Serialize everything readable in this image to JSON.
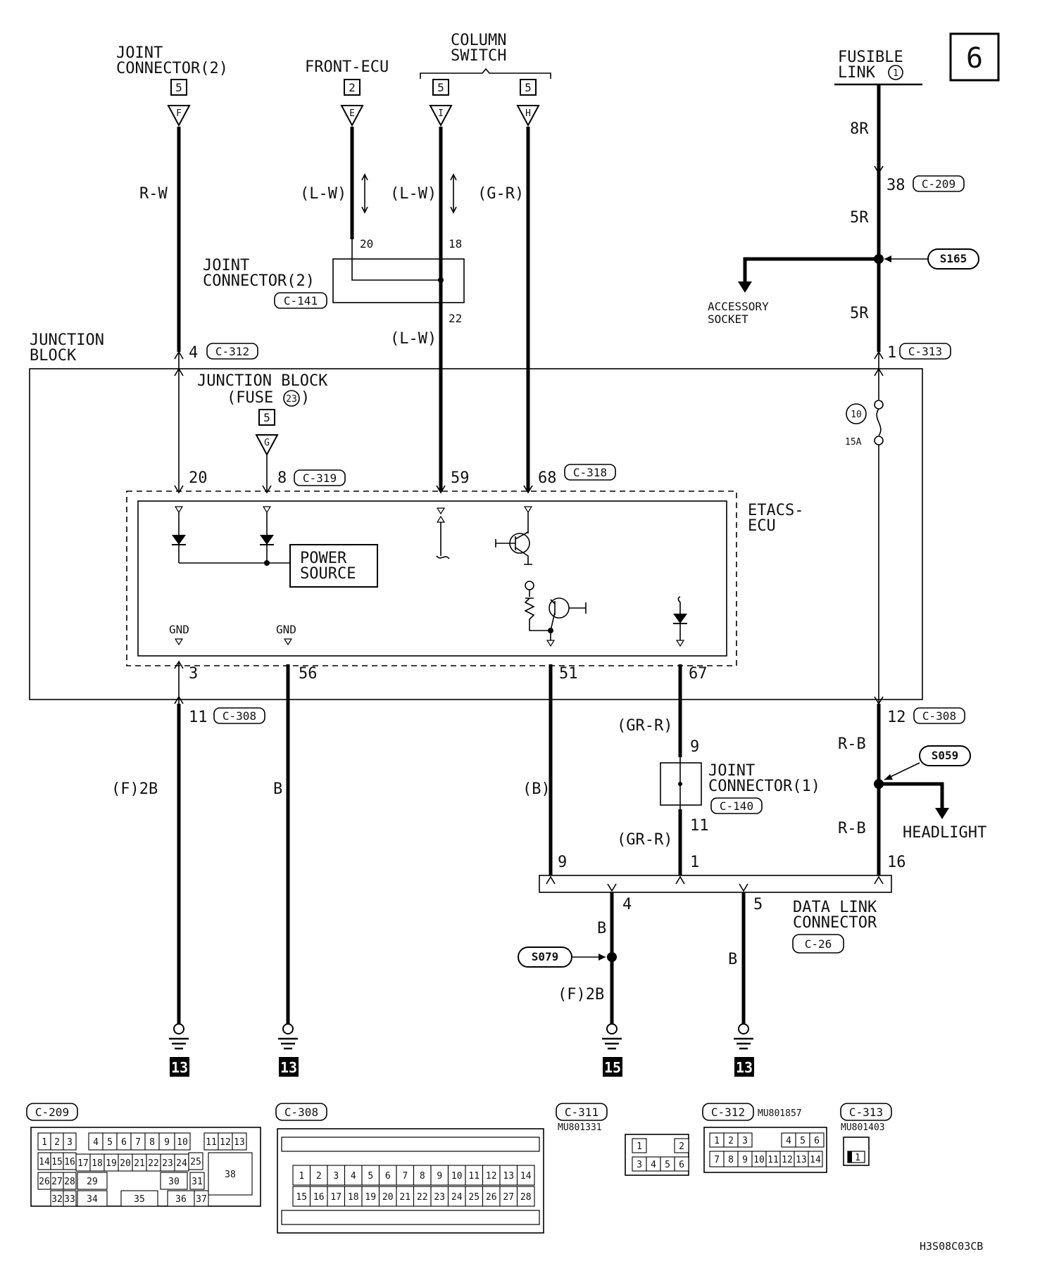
{
  "page_no": "6",
  "figure_code": "H3S08C03CB",
  "top": {
    "jc2": {
      "line1": "JOINT",
      "line2": "CONNECTOR(2)",
      "ref": "5",
      "pin": "F",
      "wire": "R-W"
    },
    "front_ecu": {
      "name": "FRONT-ECU",
      "ref": "2",
      "pin": "E",
      "wire": "(L-W)"
    },
    "column_switch": {
      "line1": "COLUMN",
      "line2": "SWITCH",
      "ref_i": "5",
      "pin_i": "I",
      "wire_i": "(L-W)",
      "ref_h": "5",
      "pin_h": "H",
      "wire_h": "(G-R)"
    },
    "fusible_link": {
      "line1": "FUSIBLE",
      "line2": "LINK",
      "num": "1"
    }
  },
  "fusible_side": {
    "w1": "8R",
    "pin38": "38",
    "c209": "C-209",
    "w2": "5R",
    "splice": "S165",
    "acc_line1": "ACCESSORY",
    "acc_line2": "SOCKET",
    "w3": "5R",
    "pin1": "1",
    "c313": "C-313",
    "fuse_no": "10",
    "fuse_amp": "15A"
  },
  "jc2_block": {
    "line1": "JOINT",
    "line2": "CONNECTOR(2)",
    "conn": "C-141",
    "p20": "20",
    "p18": "18",
    "p22": "22",
    "wire": "(L-W)"
  },
  "junction_block": {
    "line1": "JUNCTION",
    "line2": "BLOCK",
    "pin4": "4",
    "c312": "C-312",
    "fuse_line1": "JUNCTION BLOCK",
    "fuse_line2": "(FUSE",
    "fuse_no": "23",
    "fuse_line3": ")",
    "ref": "5",
    "pin": "G",
    "p20": "20",
    "p8": "8",
    "c319": "C-319",
    "p59": "59",
    "p68": "68",
    "c318": "C-318"
  },
  "etacs": {
    "line1": "ETACS-",
    "line2": "ECU",
    "power1": "POWER",
    "power2": "SOURCE",
    "gnd1": "GND",
    "gnd2": "GND"
  },
  "bottom_pins": {
    "p3": "3",
    "p56": "56",
    "p51": "51",
    "p67": "67",
    "p11": "11",
    "c308a": "C-308",
    "p12": "12",
    "c308b": "C-308"
  },
  "lower": {
    "w_f2b": "(F)2B",
    "w_b1": "B",
    "w_b2": "(B)",
    "w_grr1": "(GR-R)",
    "p9a": "9",
    "jc1_line1": "JOINT",
    "jc1_line2": "CONNECTOR(1)",
    "c140": "C-140",
    "p11b": "11",
    "w_grr2": "(GR-R)",
    "w_rb1": "R-B",
    "s059": "S059",
    "headlight": "HEADLIGHT",
    "w_rb2": "R-B",
    "dl9": "9",
    "dl1": "1",
    "dl16": "16",
    "dl4": "4",
    "dl5": "5",
    "dlc_line1": "DATA LINK",
    "dlc_line2": "CONNECTOR",
    "c26": "C-26",
    "w_b3": "B",
    "s079": "S079",
    "w_f2b2": "(F)2B",
    "w_b4": "B",
    "g1": "13",
    "g2": "13",
    "g3": "15",
    "g4": "13"
  },
  "connectors": {
    "c209": {
      "id": "C-209",
      "pins": [
        "1",
        "2",
        "3",
        "4",
        "5",
        "6",
        "7",
        "8",
        "9",
        "10",
        "11",
        "12",
        "13",
        "14",
        "15",
        "16",
        "17",
        "18",
        "19",
        "20",
        "21",
        "22",
        "23",
        "24",
        "25",
        "26",
        "27",
        "28",
        "29",
        "30",
        "31",
        "32",
        "33",
        "34",
        "35",
        "36",
        "37",
        "38"
      ]
    },
    "c308": {
      "id": "C-308",
      "row1": [
        "1",
        "2",
        "3",
        "4",
        "5",
        "6",
        "7",
        "8",
        "9",
        "10",
        "11",
        "12",
        "13",
        "14"
      ],
      "row2": [
        "15",
        "16",
        "17",
        "18",
        "19",
        "20",
        "21",
        "22",
        "23",
        "24",
        "25",
        "26",
        "27",
        "28"
      ]
    },
    "c311": {
      "id": "C-311",
      "part": "MU801331",
      "pins": [
        "1",
        "2",
        "3",
        "4",
        "5",
        "6"
      ]
    },
    "c312": {
      "id": "C-312",
      "part": "MU801857",
      "row1": [
        "1",
        "2",
        "3",
        "4",
        "5",
        "6"
      ],
      "row2": [
        "7",
        "8",
        "9",
        "10",
        "11",
        "12",
        "13",
        "14"
      ]
    },
    "c313": {
      "id": "C-313",
      "part": "MU801403",
      "pins": [
        "1"
      ]
    }
  }
}
